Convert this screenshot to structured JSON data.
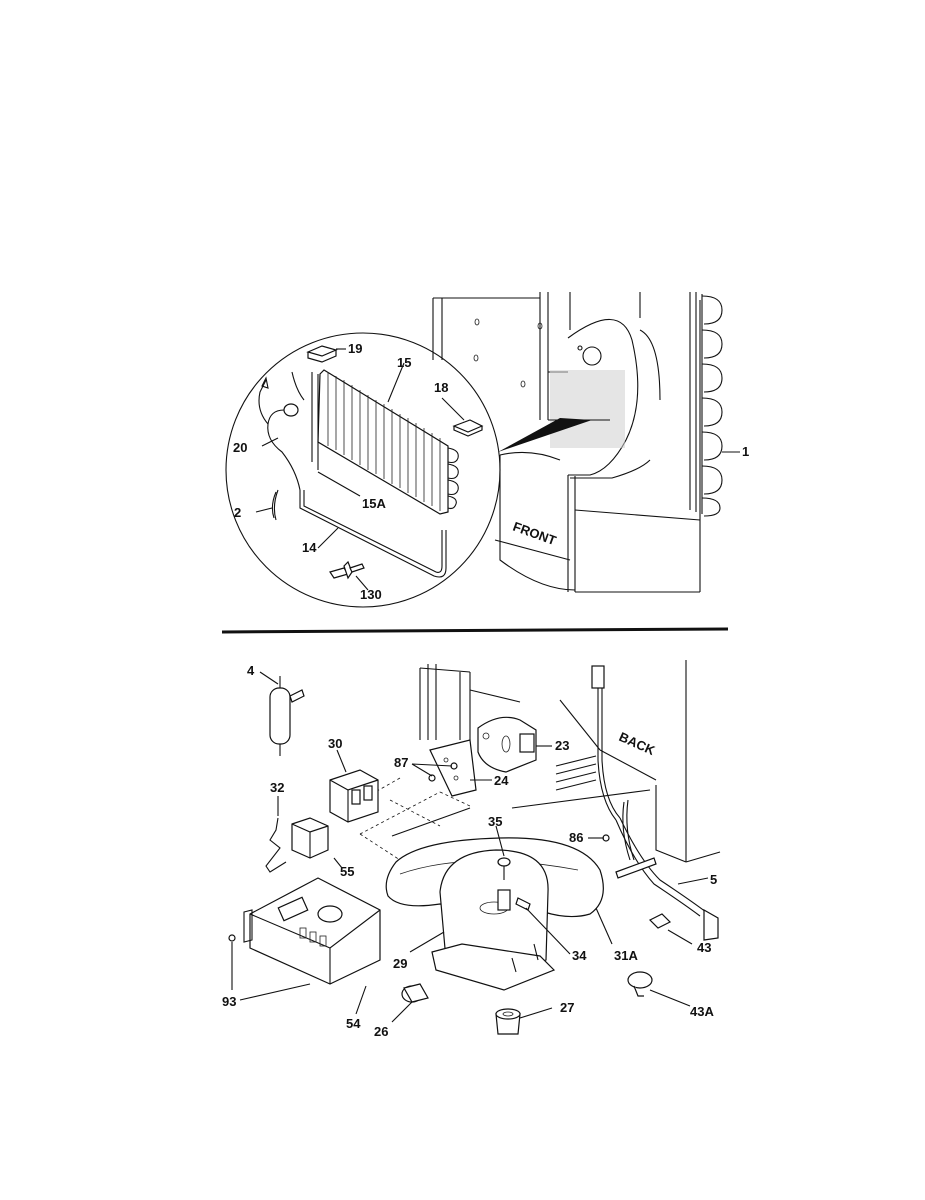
{
  "diagram": {
    "top_view": {
      "labels": {
        "l19": "19",
        "l15": "15",
        "l18": "18",
        "l20": "20",
        "l15a": "15A",
        "l2": "2",
        "l14": "14",
        "l130": "130",
        "l1": "1",
        "front": "FRONT"
      }
    },
    "bottom_view": {
      "labels": {
        "l4": "4",
        "l30": "30",
        "l87": "87",
        "l23": "23",
        "l24": "24",
        "back": "BACK",
        "l32": "32",
        "l35": "35",
        "l86": "86",
        "l55": "55",
        "l5": "5",
        "l29": "29",
        "l34": "34",
        "l31a": "31A",
        "l43": "43",
        "l93": "93",
        "l54": "54",
        "l26": "26",
        "l27": "27",
        "l43a": "43A"
      }
    }
  }
}
